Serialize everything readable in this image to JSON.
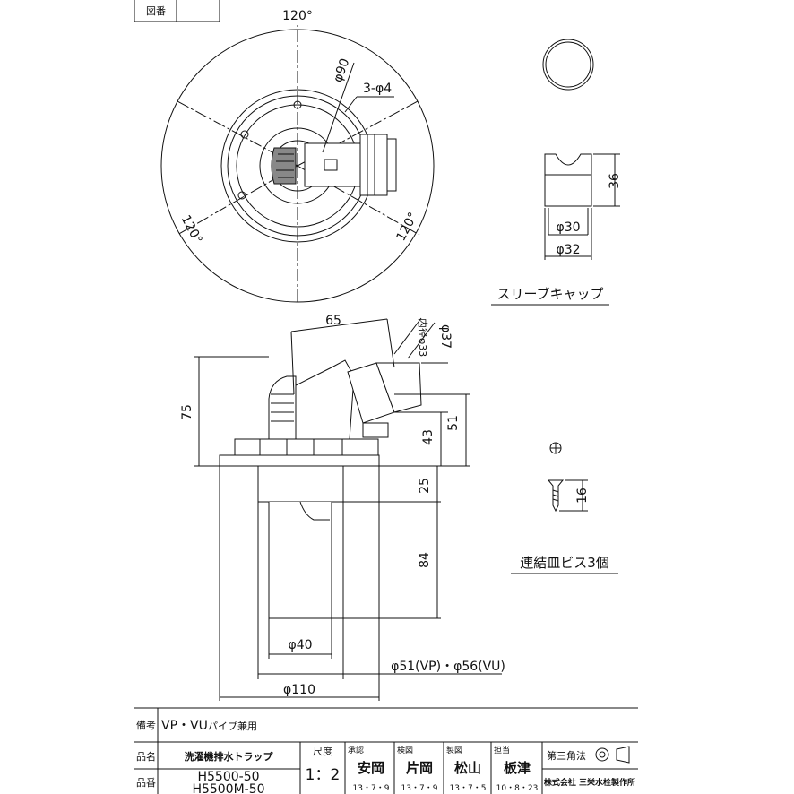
{
  "title_block": {
    "drawing_no_label": "図番",
    "remarks_label": "備考",
    "remarks_main": "VP・VU",
    "remarks_sub": "パイプ兼用",
    "product_name_label": "品名",
    "product_name": "洗濯機排水トラップ",
    "product_no_label": "品番",
    "product_no_1": "H5500-50",
    "product_no_2": "H5500M-50",
    "scale_label": "尺度",
    "scale": "1：2",
    "approved_label": "承認",
    "approved_name": "安岡",
    "approved_date": "13・7・9",
    "checked_label": "検図",
    "checked_name": "片岡",
    "checked_date": "13・7・9",
    "drawn_label": "製図",
    "drawn_name": "松山",
    "drawn_date": "13・7・5",
    "charge_label": "担当",
    "charge_name": "板津",
    "charge_date": "10・8・23",
    "projection_label": "第三角法",
    "company": "株式会社 三栄水栓製作所"
  },
  "dimensions": {
    "angle_top": "120°",
    "angle_left": "120°",
    "angle_right": "120°",
    "phi90": "φ90",
    "holes": "3-φ4",
    "width_65": "65",
    "inner_33": "内径φ33",
    "phi37": "φ37",
    "height_75": "75",
    "height_43": "43",
    "height_51": "51",
    "height_25": "25",
    "height_84": "84",
    "phi40": "φ40",
    "phi51_56": "φ51(VP)・φ56(VU)",
    "phi110": "φ110",
    "cap_36": "36",
    "cap_phi30": "φ30",
    "cap_phi32": "φ32",
    "screw_16": "16"
  },
  "notes": {
    "sleeve_cap": "スリーブキャップ",
    "screws": "連結皿ビス3個"
  }
}
